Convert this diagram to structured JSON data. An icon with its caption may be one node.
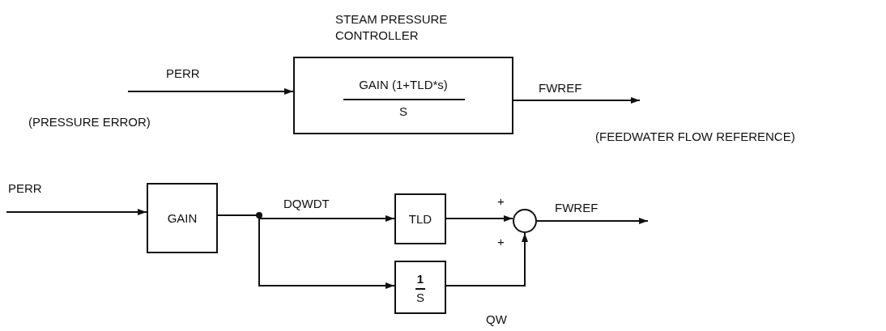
{
  "diagram": {
    "nodes": [
      {
        "text": [
          "STEAM PRESSURE CONTROLLER",
          "GAIN (1+TLD*s)",
          "S"
        ]
      },
      {
        "text": [
          "GAIN"
        ]
      },
      {
        "text": [
          "TLD"
        ]
      },
      {
        "text": [
          "1",
          "S"
        ]
      },
      {
        "text": [],
        "shape": "circle"
      }
    ],
    "edges": [
      {
        "from": null,
        "to": 0,
        "arrow": "to",
        "label": "PERR"
      },
      {
        "from": 0,
        "to": null,
        "arrow": "to",
        "label": "FWREF"
      },
      {
        "from": null,
        "to": 1,
        "arrow": "to",
        "label": "PERR"
      },
      {
        "from": 1,
        "to": 2,
        "arrow": "to",
        "label": "DQWDT"
      },
      {
        "from": 1,
        "to": 3,
        "arrow": "to"
      },
      {
        "from": 2,
        "to": 4,
        "arrow": "to"
      },
      {
        "from": 3,
        "to": 4,
        "arrow": "to",
        "label": "QW"
      },
      {
        "from": 4,
        "to": null,
        "arrow": "to",
        "label": "FWREF"
      }
    ],
    "labels": [
      "(PRESSURE ERROR)",
      "(FEEDWATER FLOW REFERENCE)",
      "+",
      "+"
    ]
  }
}
